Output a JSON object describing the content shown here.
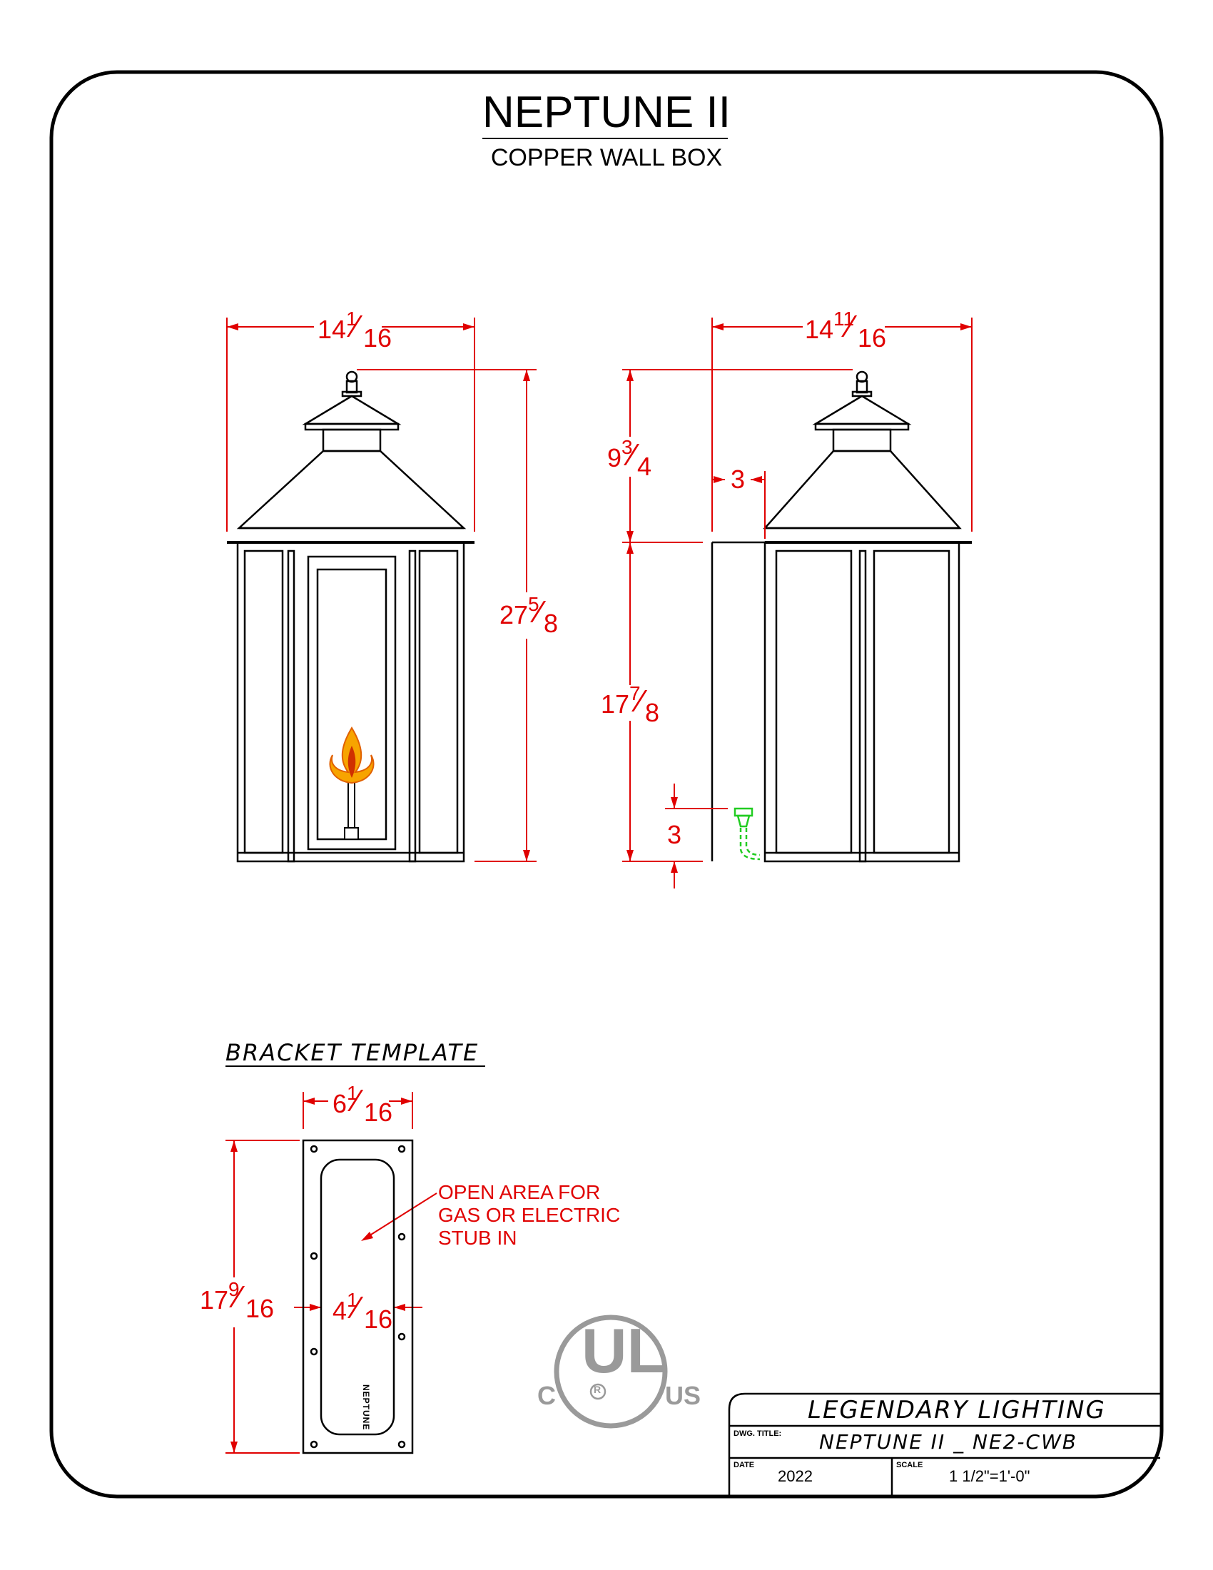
{
  "title": "NEPTUNE II",
  "subtitle": "COPPER WALL BOX",
  "dimensions": {
    "front_width": {
      "whole": "14",
      "num": "1",
      "den": "16"
    },
    "side_width": {
      "whole": "14",
      "num": "11",
      "den": "16"
    },
    "overall_height": {
      "whole": "27",
      "num": "5",
      "den": "8"
    },
    "roof_height": {
      "whole": "9",
      "num": "3",
      "den": "4"
    },
    "body_height": {
      "whole": "17",
      "num": "7",
      "den": "8"
    },
    "box_depth": "3",
    "stub_height": "3",
    "bracket_width": {
      "whole": "6",
      "num": "1",
      "den": "16"
    },
    "bracket_height": {
      "whole": "17",
      "num": "9",
      "den": "16"
    },
    "bracket_opening": {
      "whole": "4",
      "num": "1",
      "den": "16"
    }
  },
  "bracket": {
    "heading": "BRACKET TEMPLATE",
    "note_lines": [
      "OPEN AREA FOR",
      "GAS OR ELECTRIC",
      "STUB IN"
    ],
    "stamp": "NEPTUNE"
  },
  "ul_mark": {
    "left": "C",
    "center": "UL",
    "registered": "R",
    "right": "US"
  },
  "title_block": {
    "company": "LEGENDARY LIGHTING",
    "dwg_title_label": "DWG. TITLE:",
    "dwg_title": "NEPTUNE II _ NE2-CWB",
    "date_label": "DATE",
    "date": "2022",
    "scale_label": "SCALE",
    "scale": "1 1/2\"=1'-0\""
  },
  "colors": {
    "dimension": "#e00000",
    "line": "#000000",
    "ul": "#9a9a9a",
    "pipe": "#22cc22"
  }
}
